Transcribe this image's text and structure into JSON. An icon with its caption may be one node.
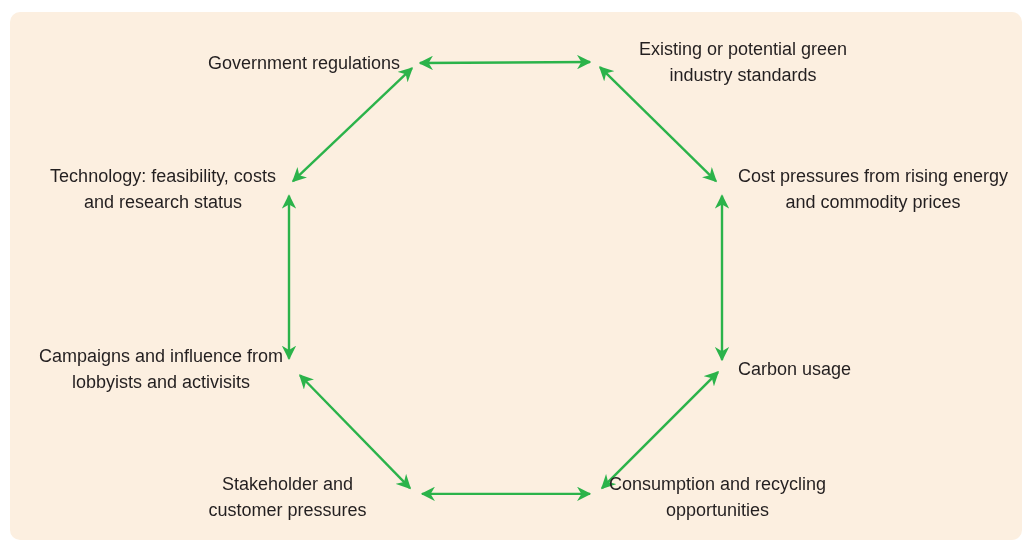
{
  "diagram": {
    "nodes": [
      {
        "text": [
          "Government regulations"
        ]
      },
      {
        "text": [
          "Existing or potential green industry standards"
        ]
      },
      {
        "text": [
          "Technology: feasibility, costs and research status"
        ]
      },
      {
        "text": [
          "Cost pressures from rising energy and commodity prices"
        ]
      },
      {
        "text": [
          "Campaigns and influence from lobbyists and activisits"
        ]
      },
      {
        "text": [
          "Carbon usage"
        ]
      },
      {
        "text": [
          "Stakeholder and customer pressures"
        ]
      },
      {
        "text": [
          "Consumption and recycling opportunities"
        ]
      }
    ],
    "edges": [
      {
        "from": 0,
        "to": 1,
        "arrow": "both"
      },
      {
        "from": 1,
        "to": 3,
        "arrow": "both"
      },
      {
        "from": 0,
        "to": 2,
        "arrow": "both"
      },
      {
        "from": 2,
        "to": 4,
        "arrow": "both"
      },
      {
        "from": 3,
        "to": 5,
        "arrow": "both"
      },
      {
        "from": 4,
        "to": 6,
        "arrow": "both"
      },
      {
        "from": 5,
        "to": 7,
        "arrow": "both"
      },
      {
        "from": 6,
        "to": 7,
        "arrow": "both"
      }
    ]
  }
}
